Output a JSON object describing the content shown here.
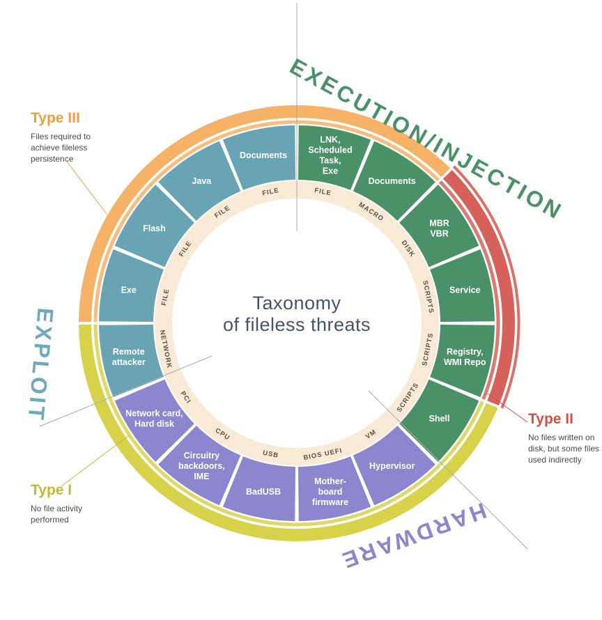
{
  "center": {
    "line1": "Taxonomy",
    "line2": "of fileless threats"
  },
  "colors": {
    "teal": "#68a4b4",
    "green": "#4b9168",
    "purple": "#8b86cd",
    "orange": "#f6b266",
    "yellow": "#d8d24b",
    "red": "#d6615a",
    "ring_bg": "#f8ead4",
    "inner_label_text": "#5a5147",
    "center_text": "#47536b",
    "callout_desc_text": "#4d4d4d",
    "type3_accent": "#ee9f3e",
    "type2_accent": "#d44f45",
    "type1_accent": "#c4ba2f",
    "line_gray": "#a7abb2",
    "exploit_label": "#6fa9ba"
  },
  "segments": [
    {
      "label": "LNK,\nScheduled\nTask,\nExe",
      "inner_label": "FILE",
      "group": "green"
    },
    {
      "label": "Documents",
      "inner_label": "MACRO",
      "group": "green"
    },
    {
      "label": "MBR\nVBR",
      "inner_label": "DISK",
      "group": "green"
    },
    {
      "label": "Service",
      "inner_label": "SCRIPTS",
      "group": "green"
    },
    {
      "label": "Registry,\nWMI Repo",
      "inner_label": "SCRIPTS",
      "group": "green"
    },
    {
      "label": "Shell",
      "inner_label": "SCRIPTS",
      "group": "green"
    },
    {
      "label": "Hypervisor",
      "inner_label": "VM",
      "group": "purple"
    },
    {
      "label": "Mother-\nboard\nfirmware",
      "inner_label": "BIOS UEFI",
      "group": "purple"
    },
    {
      "label": "BadUSB",
      "inner_label": "USB",
      "group": "purple"
    },
    {
      "label": "Circuitry\nbackdoors,\nIME",
      "inner_label": "CPU",
      "group": "purple"
    },
    {
      "label": "Network card,\nHard disk",
      "inner_label": "PCI",
      "group": "purple"
    },
    {
      "label": "Remote\nattacker",
      "inner_label": "NETWORK",
      "group": "teal"
    },
    {
      "label": "Exe",
      "inner_label": "FILE",
      "group": "teal"
    },
    {
      "label": "Flash",
      "inner_label": "FILE",
      "group": "teal"
    },
    {
      "label": "Java",
      "inner_label": "FILE",
      "group": "teal"
    },
    {
      "label": "Documents",
      "inner_label": "FILE",
      "group": "teal"
    }
  ],
  "outer_bands": [
    {
      "name": "type-iii-band",
      "color_key": "orange",
      "start_deg": 270,
      "end_deg": 405,
      "outer_accent": false
    },
    {
      "name": "type-ii-band",
      "color_key": "red",
      "start_deg": 45,
      "end_deg": 112.5,
      "outer_accent": true
    },
    {
      "name": "type-i-band",
      "color_key": "yellow",
      "start_deg": 112.5,
      "end_deg": 270,
      "outer_accent": false
    }
  ],
  "group_labels": {
    "execution": {
      "text": "EXECUTION/INJECTION",
      "color_key": "green"
    },
    "exploit": {
      "text": "EXPLOIT",
      "color_key": "exploit_label"
    },
    "hardware": {
      "text": "HARDWARE",
      "color_key": "purple"
    }
  },
  "callouts": {
    "type3": {
      "title": "Type III",
      "desc": "Files required to achieve fileless persistence",
      "color_key": "type3_accent"
    },
    "type2": {
      "title": "Type II",
      "desc": "No files written on disk, but some files used indirectly",
      "color_key": "type2_accent"
    },
    "type1": {
      "title": "Type I",
      "desc": "No file activity performed",
      "color_key": "type1_accent"
    }
  }
}
